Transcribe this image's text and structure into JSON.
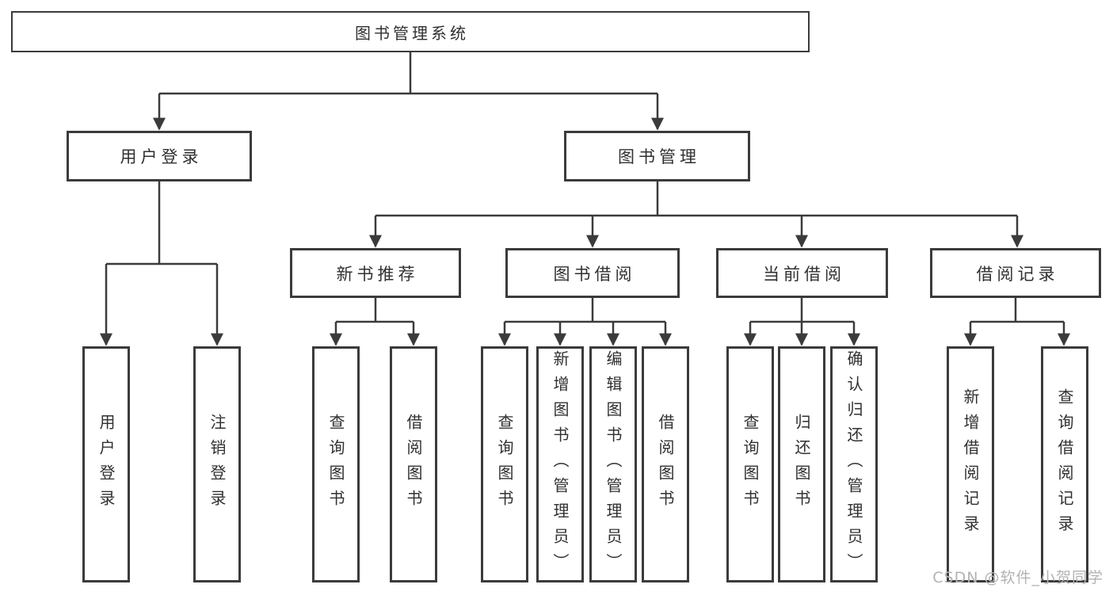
{
  "diagram": {
    "type": "hierarchy-tree",
    "colors": {
      "background": "#ffffff",
      "line": "#3b3b3b",
      "box_border": "#3b3b3b",
      "text": "#303030",
      "watermark": "#b3b3b3"
    },
    "root": {
      "label": "图书管理系统"
    },
    "level2": [
      {
        "id": "user-login",
        "label": "用户登录",
        "parent": "图书管理系统"
      },
      {
        "id": "book-management",
        "label": "图书管理",
        "parent": "图书管理系统"
      }
    ],
    "level3": [
      {
        "id": "new-book-recommendation",
        "label": "新书推荐",
        "parent": "图书管理"
      },
      {
        "id": "book-borrowing",
        "label": "图书借阅",
        "parent": "图书管理"
      },
      {
        "id": "current-borrowing",
        "label": "当前借阅",
        "parent": "图书管理"
      },
      {
        "id": "borrowing-records",
        "label": "借阅记录",
        "parent": "图书管理"
      }
    ],
    "leaves": [
      {
        "id": "user-login-leaf",
        "label": "用户登录",
        "parent": "用户登录"
      },
      {
        "id": "logout",
        "label": "注销登录",
        "parent": "用户登录"
      },
      {
        "id": "query-books-recommend",
        "label": "查询图书",
        "parent": "新书推荐"
      },
      {
        "id": "borrow-books-recommend",
        "label": "借阅图书",
        "parent": "新书推荐"
      },
      {
        "id": "query-books-borrowing",
        "label": "查询图书",
        "parent": "图书借阅"
      },
      {
        "id": "add-books-admin",
        "label": "新增图书（管理员）",
        "parent": "图书借阅"
      },
      {
        "id": "edit-books-admin",
        "label": "编辑图书（管理员）",
        "parent": "图书借阅"
      },
      {
        "id": "borrow-books-borrowing",
        "label": "借阅图书",
        "parent": "图书借阅"
      },
      {
        "id": "query-books-current",
        "label": "查询图书",
        "parent": "当前借阅"
      },
      {
        "id": "return-books",
        "label": "归还图书",
        "parent": "当前借阅"
      },
      {
        "id": "confirm-return-admin",
        "label": "确认归还（管理员）",
        "parent": "当前借阅"
      },
      {
        "id": "add-borrow-record",
        "label": "新增借阅记录",
        "parent": "借阅记录"
      },
      {
        "id": "query-borrow-record",
        "label": "查询借阅记录",
        "parent": "借阅记录"
      }
    ]
  },
  "watermark": {
    "text": "CSDN @软件_小贺同学",
    "color": "#b3b3b3"
  }
}
